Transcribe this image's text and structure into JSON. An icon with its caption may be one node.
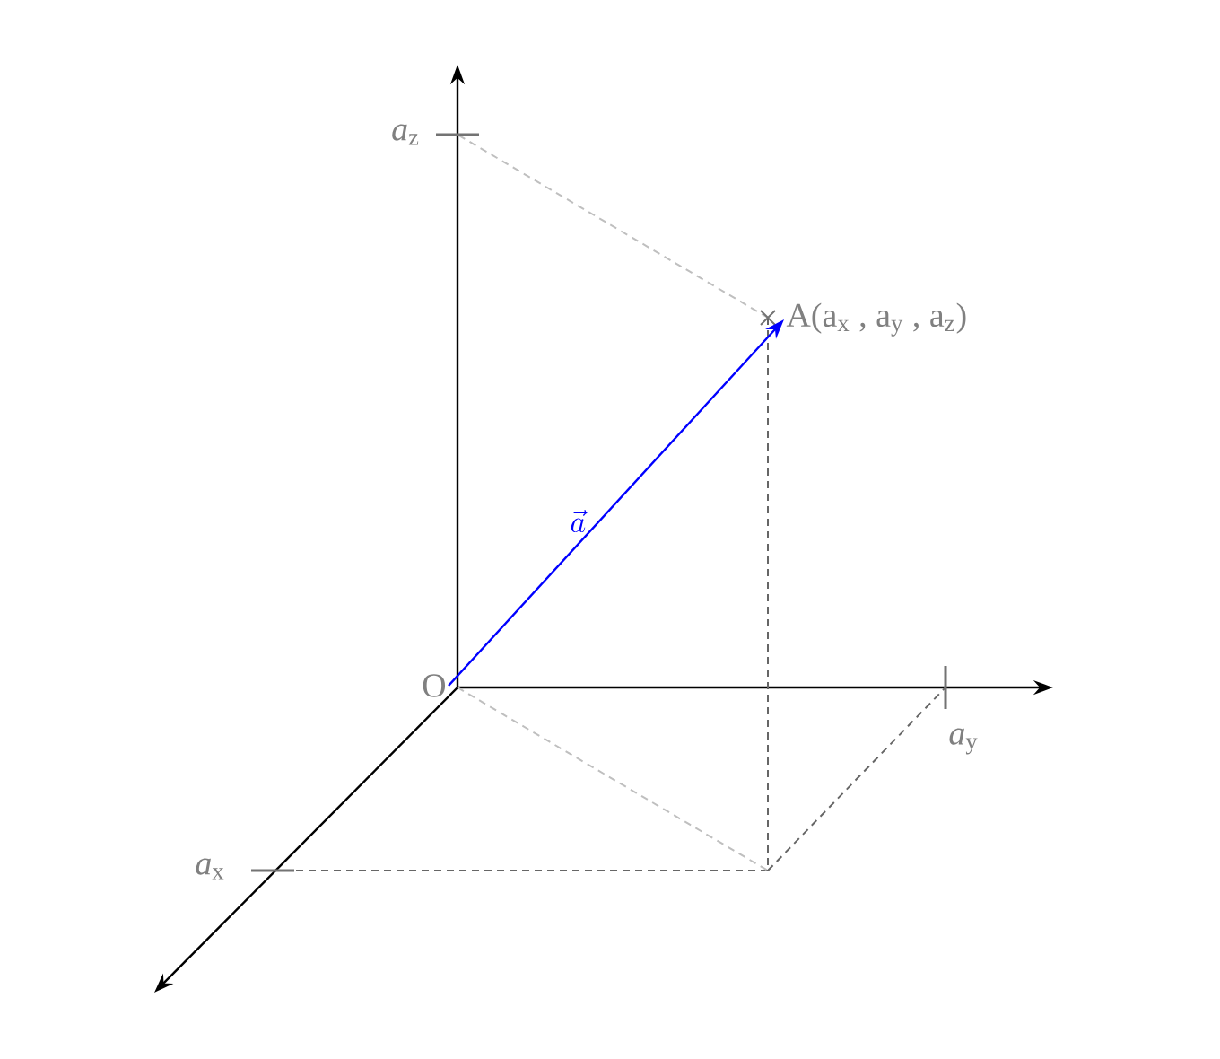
{
  "diagram": {
    "nodes": [
      {
        "text": [
          "O"
        ]
      },
      {
        "text": [
          "A(a$_{x}$ , a$_{y}$ , a$_{z}$)"
        ]
      }
    ],
    "edges": [
      {
        "from": 0,
        "to": 1,
        "arrow": "to",
        "label": "\\vec{a}",
        "color": "#0000ff"
      }
    ],
    "labels": [
      "*a*$_{z}$",
      "*a*$_{y}$",
      "*a*$_{x}$"
    ]
  }
}
